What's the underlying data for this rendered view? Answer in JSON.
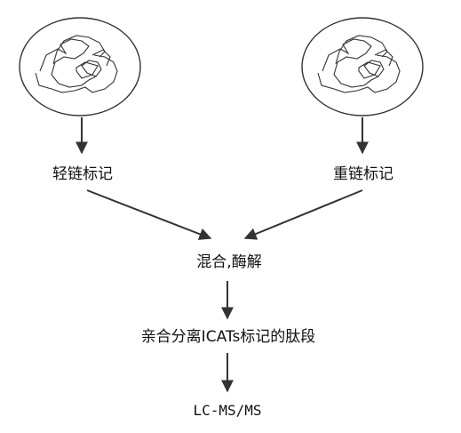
{
  "diagram": {
    "nodes": {
      "light_label": "轻链标记",
      "heavy_label": "重链标记",
      "mix_digest": "混合,酶解",
      "separation": "亲合分离ICATs标记的肽段",
      "analysis": "LC-MS/MS"
    },
    "icons": {
      "left_protein": "protein-cell-icon",
      "right_protein": "protein-cell-icon"
    },
    "colors": {
      "line": "#333333",
      "text": "#111111",
      "background": "#ffffff"
    }
  }
}
